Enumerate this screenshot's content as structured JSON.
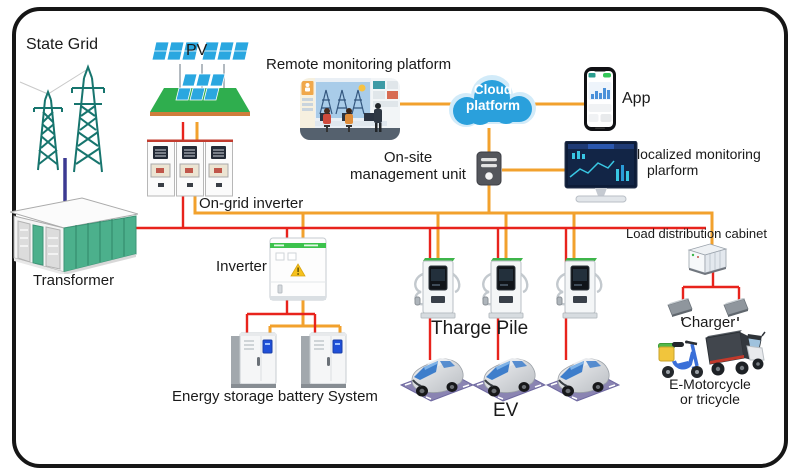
{
  "colors": {
    "line-red": "#e8231c",
    "line-orange": "#f2a12d",
    "line-blue": "#3c3a92",
    "teal": "#17756e",
    "cloud-blue": "#2aa0dc",
    "cabinet-green": "#4cb08c",
    "pile-green": "#3db54a",
    "platform-purple": "#8a84b2"
  },
  "labels": {
    "state_grid": "State Grid",
    "pv": "PV",
    "remote_platform": "Remote monitoring platform",
    "cloud_line1": "Cloud",
    "cloud_line2": "platform",
    "app": "App",
    "onsite_line1": "On-site",
    "onsite_line2": "management unit",
    "localized_line1": "localized monitoring",
    "localized_line2": "plarform",
    "ongrid_inverter": "On-grid inverter",
    "transformer": "Transformer",
    "inverter": "Inverter",
    "load_cabinet": "Load distribution cabinet",
    "battery_system": "Energy storage battery System",
    "charge_pile": "Tharge Pile",
    "ev": "EV",
    "charger": "Charger",
    "emoto_line1": "E-Motorcycle",
    "emoto_line2": "or tricycle"
  }
}
